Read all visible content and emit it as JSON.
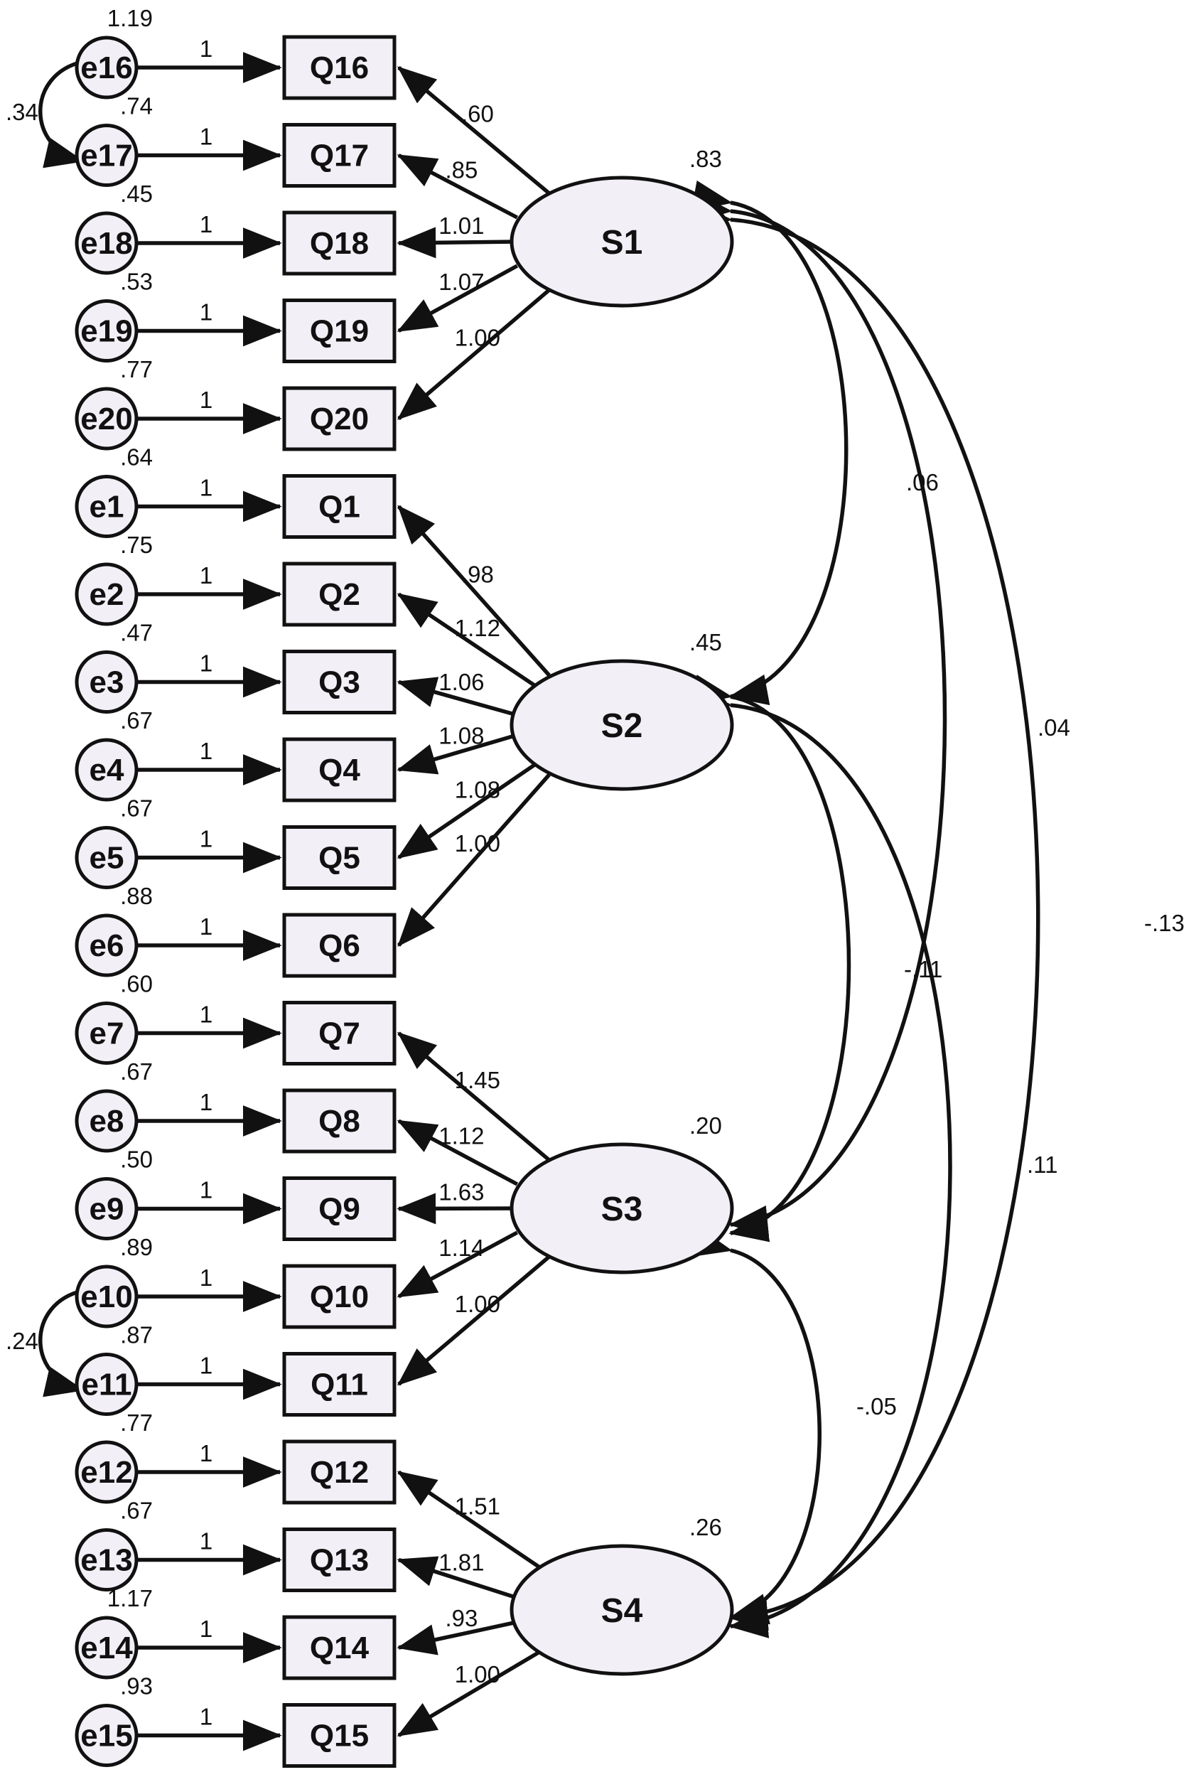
{
  "observed": [
    {
      "id": "e16",
      "var": "Q16",
      "variance": "1.19",
      "path": "1"
    },
    {
      "id": "e17",
      "var": "Q17",
      "variance": ".74",
      "path": "1"
    },
    {
      "id": "e18",
      "var": "Q18",
      "variance": ".45",
      "path": "1"
    },
    {
      "id": "e19",
      "var": "Q19",
      "variance": ".53",
      "path": "1"
    },
    {
      "id": "e20",
      "var": "Q20",
      "variance": ".77",
      "path": "1"
    },
    {
      "id": "e1",
      "var": "Q1",
      "variance": ".64",
      "path": "1"
    },
    {
      "id": "e2",
      "var": "Q2",
      "variance": ".75",
      "path": "1"
    },
    {
      "id": "e3",
      "var": "Q3",
      "variance": ".47",
      "path": "1"
    },
    {
      "id": "e4",
      "var": "Q4",
      "variance": ".67",
      "path": "1"
    },
    {
      "id": "e5",
      "var": "Q5",
      "variance": ".67",
      "path": "1"
    },
    {
      "id": "e6",
      "var": "Q6",
      "variance": ".88",
      "path": "1"
    },
    {
      "id": "e7",
      "var": "Q7",
      "variance": ".60",
      "path": "1"
    },
    {
      "id": "e8",
      "var": "Q8",
      "variance": ".67",
      "path": "1"
    },
    {
      "id": "e9",
      "var": "Q9",
      "variance": ".50",
      "path": "1"
    },
    {
      "id": "e10",
      "var": "Q10",
      "variance": ".89",
      "path": "1"
    },
    {
      "id": "e11",
      "var": "Q11",
      "variance": ".87",
      "path": "1"
    },
    {
      "id": "e12",
      "var": "Q12",
      "variance": ".77",
      "path": "1"
    },
    {
      "id": "e13",
      "var": "Q13",
      "variance": ".67",
      "path": "1"
    },
    {
      "id": "e14",
      "var": "Q14",
      "variance": "1.17",
      "path": "1"
    },
    {
      "id": "e15",
      "var": "Q15",
      "variance": ".93",
      "path": "1"
    }
  ],
  "latents": [
    {
      "id": "S1",
      "variance": ".83",
      "loadings": [
        ".60",
        ".85",
        "1.01",
        "1.07",
        "1.00"
      ]
    },
    {
      "id": "S2",
      "variance": ".45",
      "loadings": [
        ".98",
        "1.12",
        "1.06",
        "1.08",
        "1.08",
        "1.00"
      ]
    },
    {
      "id": "S3",
      "variance": ".20",
      "loadings": [
        "1.45",
        "1.12",
        "1.63",
        "1.14",
        "1.00"
      ]
    },
    {
      "id": "S4",
      "variance": ".26",
      "loadings": [
        "1.51",
        "1.81",
        ".93",
        "1.00"
      ]
    }
  ],
  "error_covariances": [
    {
      "between": [
        "e16",
        "e17"
      ],
      "value": ".34"
    },
    {
      "between": [
        "e10",
        "e11"
      ],
      "value": ".24"
    }
  ],
  "latent_covariances": [
    {
      "between": [
        "S1",
        "S2"
      ],
      "value": ".06"
    },
    {
      "between": [
        "S1",
        "S3"
      ],
      "value": ".04"
    },
    {
      "between": [
        "S1",
        "S4"
      ],
      "value": "-.13"
    },
    {
      "between": [
        "S2",
        "S3"
      ],
      "value": "-.11"
    },
    {
      "between": [
        "S2",
        "S4"
      ],
      "value": ".11"
    },
    {
      "between": [
        "S3",
        "S4"
      ],
      "value": "-.05"
    }
  ]
}
